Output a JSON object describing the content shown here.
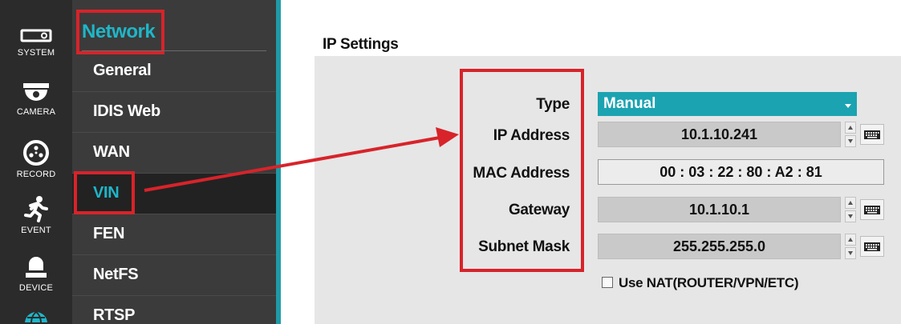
{
  "sidebar": {
    "items": [
      {
        "label": "SYSTEM",
        "icon": "system-icon"
      },
      {
        "label": "CAMERA",
        "icon": "camera-icon"
      },
      {
        "label": "RECORD",
        "icon": "record-icon"
      },
      {
        "label": "EVENT",
        "icon": "event-icon"
      },
      {
        "label": "DEVICE",
        "icon": "device-icon"
      },
      {
        "label": "",
        "icon": "network-globe-icon"
      }
    ]
  },
  "menu": {
    "title": "Network",
    "items": [
      {
        "label": "General"
      },
      {
        "label": "IDIS Web"
      },
      {
        "label": "WAN"
      },
      {
        "label": "VIN",
        "active": true
      },
      {
        "label": "FEN"
      },
      {
        "label": "NetFS"
      },
      {
        "label": "RTSP"
      }
    ]
  },
  "ip_settings": {
    "title": "IP Settings",
    "type_label": "Type",
    "type_value": "Manual",
    "ip_label": "IP Address",
    "ip_value": "10.1.10.241",
    "mac_label": "MAC Address",
    "mac_value": "00 : 03 : 22 : 80 : A2 : 81",
    "gateway_label": "Gateway",
    "gateway_value": "10.1.10.1",
    "subnet_label": "Subnet Mask",
    "subnet_value": "255.255.255.0",
    "nat_label": "Use NAT(ROUTER/VPN/ETC)",
    "nat_checked": false
  },
  "colors": {
    "accent_teal": "#1ba3b1",
    "highlight_red": "#d8232a",
    "menu_bg": "#3b3b3b",
    "rail_bg": "#2b2b2b"
  }
}
